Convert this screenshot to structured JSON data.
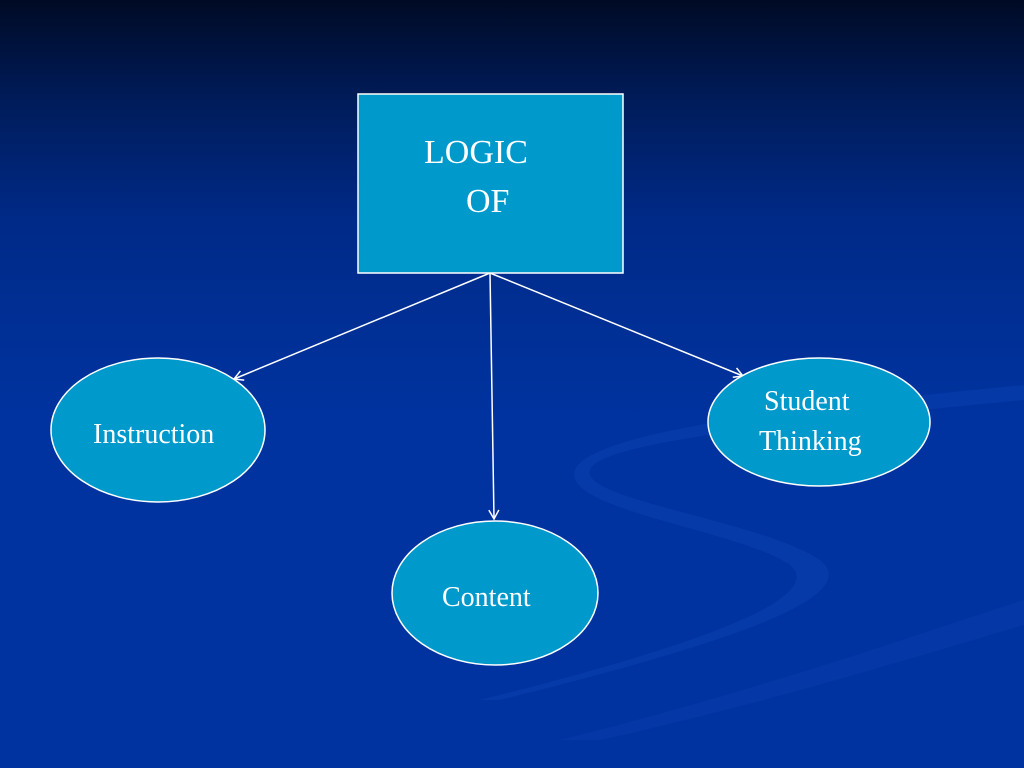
{
  "diagram": {
    "root": {
      "line1": "LOGIC",
      "line2": "OF"
    },
    "nodes": {
      "instruction": "Instruction",
      "student_thinking_line1": "Student",
      "student_thinking_line2": "Thinking",
      "content": "Content"
    },
    "edges": [
      {
        "from": "LOGIC OF",
        "to": "Instruction"
      },
      {
        "from": "LOGIC OF",
        "to": "Content"
      },
      {
        "from": "LOGIC OF",
        "to": "Student Thinking"
      }
    ]
  },
  "colors": {
    "background": "#0033a0",
    "node_fill": "#0099cc",
    "stroke": "#ffffff",
    "text": "#ffffff"
  }
}
